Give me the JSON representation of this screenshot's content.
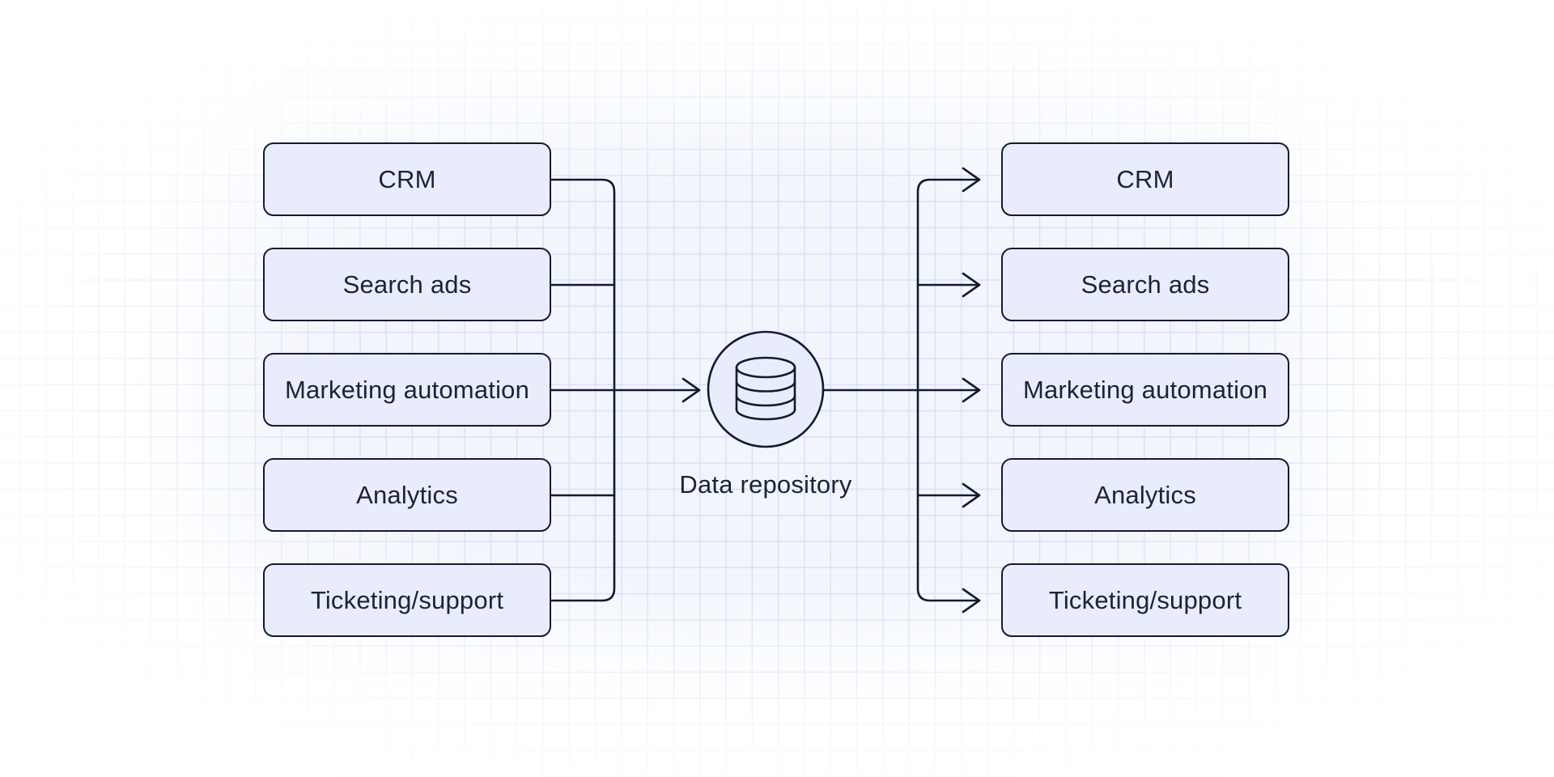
{
  "diagram": {
    "sources": [
      {
        "label": "CRM"
      },
      {
        "label": "Search ads"
      },
      {
        "label": "Marketing automation"
      },
      {
        "label": "Analytics"
      },
      {
        "label": "Ticketing/support"
      }
    ],
    "hub": {
      "label": "Data repository",
      "icon": "database-icon"
    },
    "destinations": [
      {
        "label": "CRM"
      },
      {
        "label": "Search ads"
      },
      {
        "label": "Marketing automation"
      },
      {
        "label": "Analytics"
      },
      {
        "label": "Ticketing/support"
      }
    ],
    "colors": {
      "node_fill": "#e9edfb",
      "stroke": "#0f1c33",
      "text": "#1b2435",
      "grid_line": "#dbe3f6",
      "background": "#ffffff"
    }
  }
}
